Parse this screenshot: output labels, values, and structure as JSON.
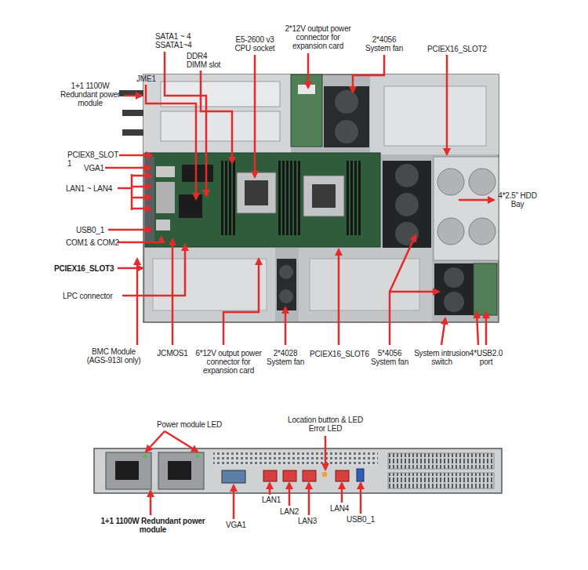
{
  "diagram": {
    "labels": [
      "1+1 1100W Redundant power module",
      "JME1",
      "SATA1 ~ 4 SSATA1~4",
      "DDR4 DIMM slot",
      "E5-2600 v3 CPU socket",
      "2*12V output power connector for expansion card",
      "2*4056 System fan",
      "PCIEX16_SLOT2",
      "PCIEX8_SLOT1",
      "VGA1",
      "LAN1 ~ LAN4",
      "USB0_1",
      "COM1 & COM2",
      "PCIEX16_SLOT3",
      "LPC connector",
      "4*2.5\" HDD Bay",
      "BMC Module (AGS-913I only)",
      "JCMOS1",
      "6*12V output power connector for expansion card",
      "2*4028 System fan",
      "PCIEX16_SLOT6",
      "5*4056 System fan",
      "System intrusion switch",
      "4*USB2.0 port",
      "Power module LED",
      "Location button & LED Error LED",
      "1+1 1100W Redundant power module",
      "VGA1",
      "LAN1",
      "LAN2",
      "LAN3",
      "LAN4",
      "USB0_1"
    ]
  }
}
